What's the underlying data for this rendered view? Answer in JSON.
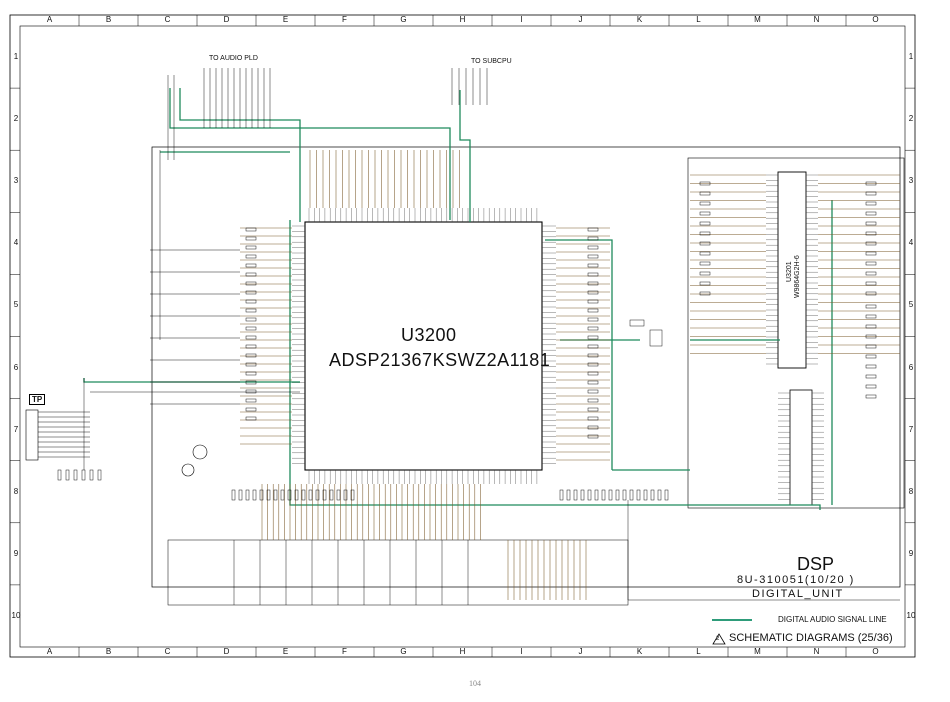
{
  "grid": {
    "columns": [
      "A",
      "B",
      "C",
      "D",
      "E",
      "F",
      "G",
      "H",
      "I",
      "J",
      "K",
      "L",
      "M",
      "N",
      "O"
    ],
    "rows": [
      "1",
      "2",
      "3",
      "4",
      "5",
      "6",
      "7",
      "8",
      "9",
      "10"
    ]
  },
  "headers": {
    "to_audio_pld": "TO AUDIO PLD",
    "to_subcpu": "TO SUBCPU"
  },
  "main_chip": {
    "ref": "U3200",
    "part": "ADSP21367KSWZ2A1181"
  },
  "flash_chip": {
    "ref": "U3201",
    "part": "W9864G2H-6"
  },
  "testpoint": "TP",
  "title_block": {
    "title": "DSP",
    "doc_number": "8U-310051(10/20 )",
    "unit": "DIGITAL_UNIT"
  },
  "legend": {
    "signal_line": "DIGITAL AUDIO SIGNAL LINE",
    "signal_color": "#2e9c7a"
  },
  "footer": {
    "note_symbol": "2",
    "caption": "SCHEMATIC DIAGRAMS (25/36)"
  },
  "page_number": "104",
  "colors": {
    "wire": "#000000",
    "signal": "#1f8a5c",
    "bus": "#7a5a2a"
  }
}
